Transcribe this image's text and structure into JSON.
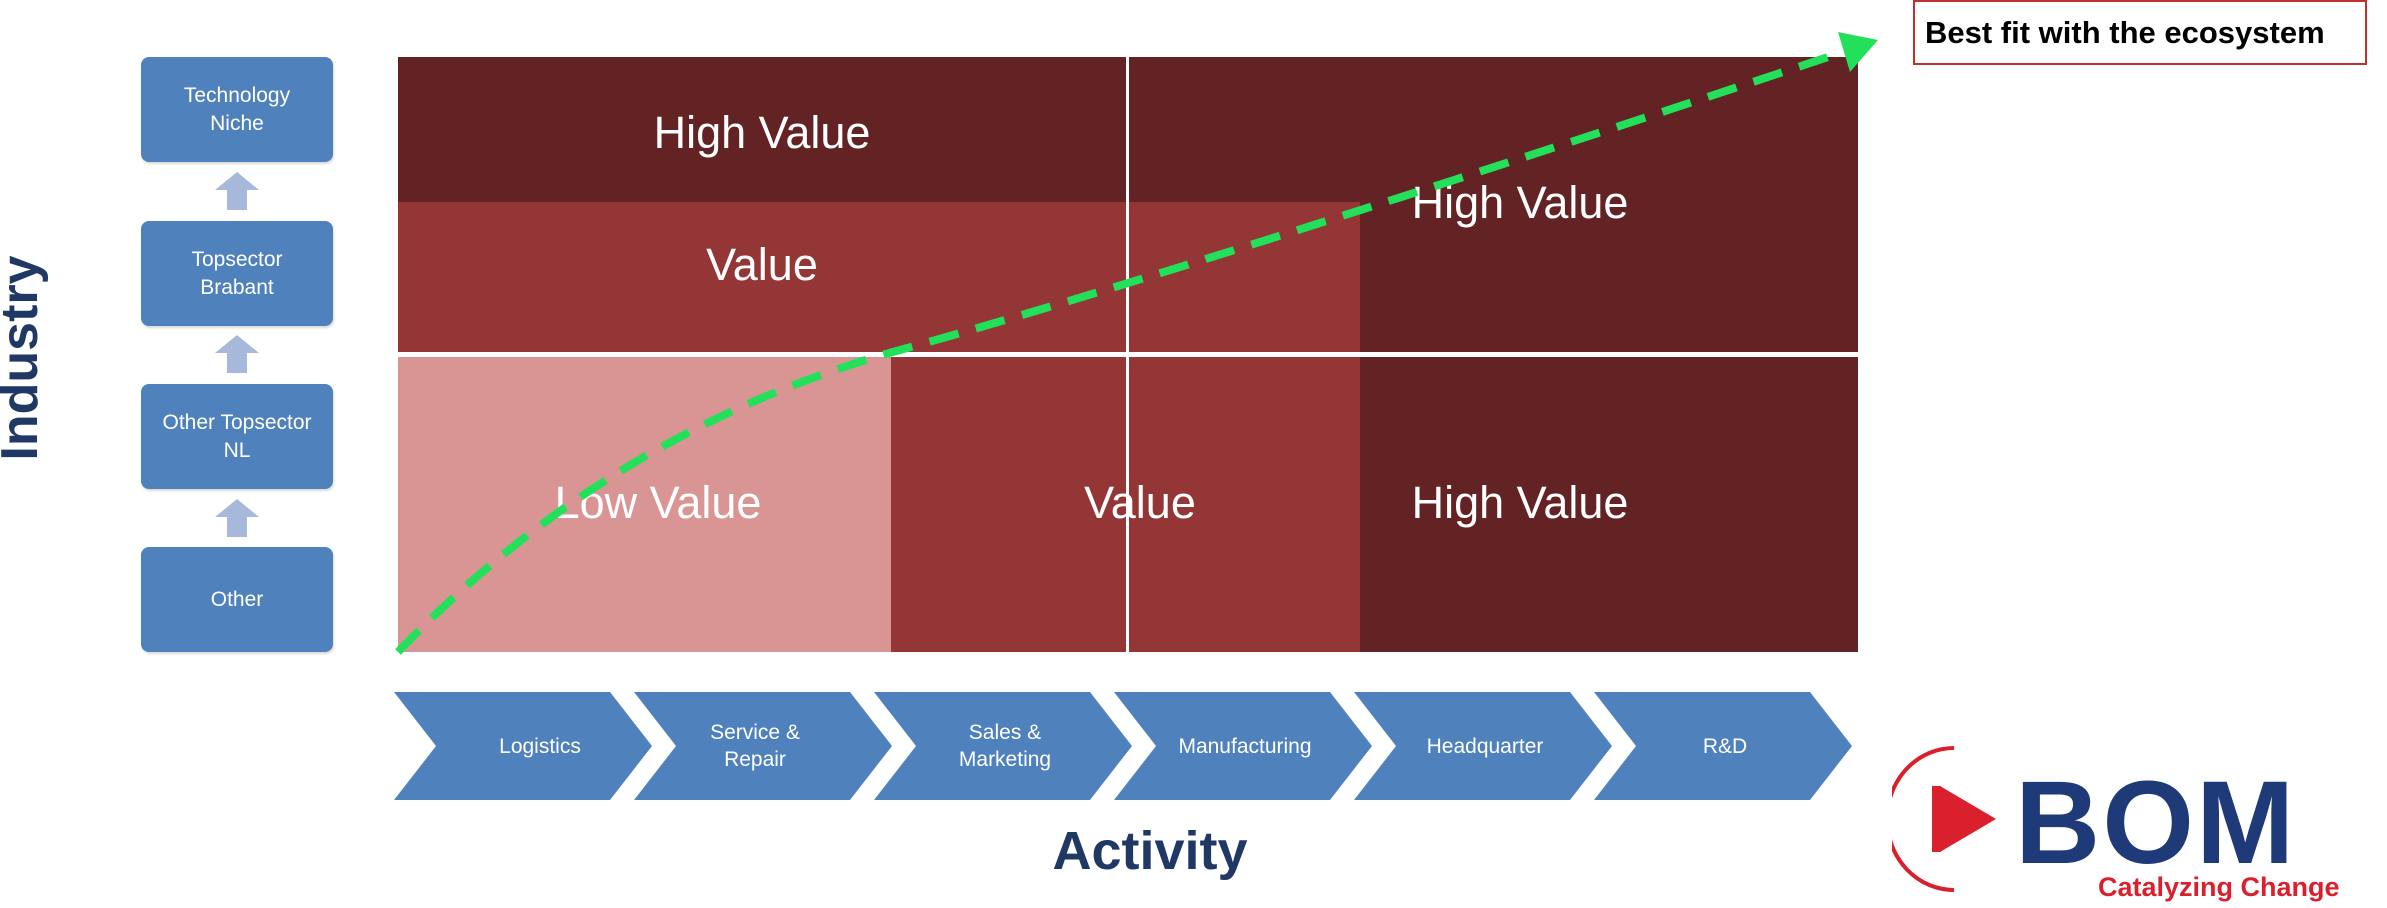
{
  "axes": {
    "y_label": "Industry",
    "x_label": "Activity"
  },
  "industry_levels": [
    {
      "label": "Technology\nNiche"
    },
    {
      "label": "Topsector\nBrabant"
    },
    {
      "label": "Other Topsector\nNL"
    },
    {
      "label": "Other"
    }
  ],
  "activities": [
    {
      "label": "Logistics"
    },
    {
      "label": "Service &\nRepair"
    },
    {
      "label": "Sales &\nMarketing"
    },
    {
      "label": "Manufacturing"
    },
    {
      "label": "Headquarter"
    },
    {
      "label": "R&D"
    }
  ],
  "matrix": {
    "top_left_high": "High Value",
    "top_value": "Value",
    "top_right_high": "High Value",
    "bottom_low": "Low Value",
    "bottom_value": "Value",
    "bottom_high": "High Value"
  },
  "callout": "Best fit with the ecosystem",
  "logo": {
    "name": "BOM",
    "tagline": "Catalyzing Change"
  },
  "colors": {
    "dark_red": "#632223",
    "mid_red": "#943635",
    "light_red": "#d99594",
    "blue": "#4f81bd",
    "arrow_green": "#22e05a",
    "navy": "#1f3864",
    "brand_red": "#d9202c"
  }
}
